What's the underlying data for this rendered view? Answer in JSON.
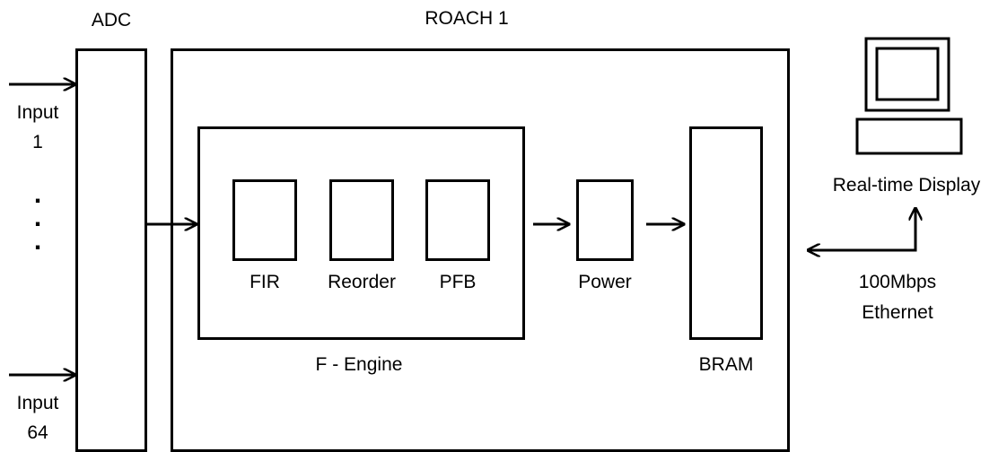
{
  "adc": {
    "label": "ADC"
  },
  "roach": {
    "label": "ROACH 1"
  },
  "inputs": {
    "first_label_line1": "Input",
    "first_label_line2": "1",
    "dots": ".\n.\n.",
    "last_label_line1": "Input",
    "last_label_line2": "64"
  },
  "f_engine": {
    "label": "F - Engine",
    "blocks": {
      "fir": "FIR",
      "reorder": "Reorder",
      "pfb": "PFB"
    }
  },
  "power": {
    "label": "Power"
  },
  "bram": {
    "label": "BRAM"
  },
  "display": {
    "label": "Real-time Display"
  },
  "network": {
    "line1": "100Mbps",
    "line2": "Ethernet"
  }
}
